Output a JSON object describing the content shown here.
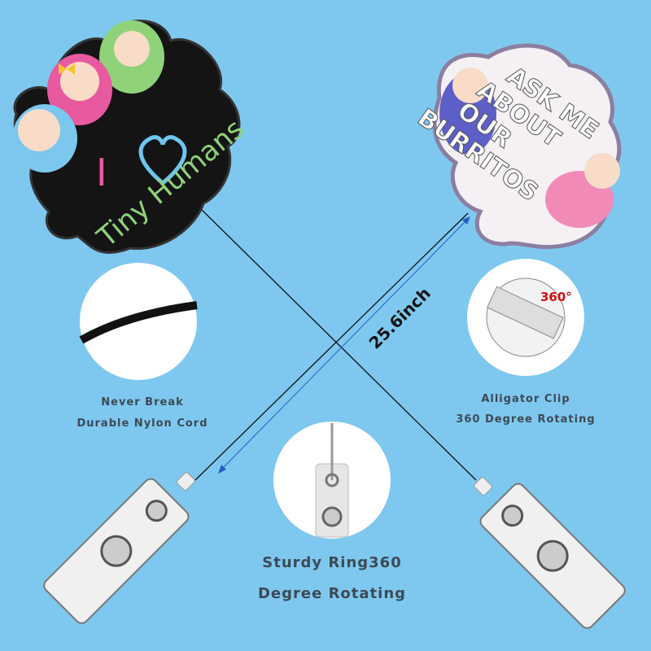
{
  "background_color": "#7ec8ef",
  "badges": {
    "left": {
      "text_line1": "I",
      "heart": "heart-icon",
      "text_line2": "Tiny Humans"
    },
    "right": {
      "lines": [
        "ASK ME",
        "ABOUT",
        "OUR",
        "BURRITOS"
      ]
    }
  },
  "length_label": "25.6inch",
  "features": {
    "cord": {
      "line1": "Never Break",
      "line2": "Durable Nylon Cord"
    },
    "clip": {
      "line1": "Alligator Clip",
      "line2": "360 Degree Rotating",
      "rotation_label": "360°"
    },
    "ring": {
      "line1": "Sturdy Ring360",
      "line2": "Degree Rotating"
    }
  },
  "colors": {
    "caption": "#3d4a55",
    "arrow": "#1f5fc9",
    "rotation": "#d01010"
  }
}
